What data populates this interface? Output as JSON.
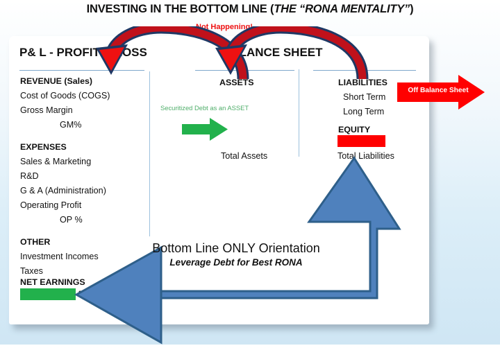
{
  "title": {
    "plain": "INVESTING IN THE BOTTOM LINE (",
    "italic": "THE “RONA MENTALITY”",
    "close": ")"
  },
  "annotations": {
    "not_happening": "Not Happening!",
    "off_balance_sheet": "Off Balance Sheet",
    "securitized_debt": "Securitized Debt as an ASSET"
  },
  "pl": {
    "header": "P& L - PROFIT & LOSS",
    "revenue_group": [
      "REVENUE (Sales)",
      "Cost of Goods (COGS)",
      "Gross Margin"
    ],
    "gm_pct": "GM%",
    "expenses_group": [
      "EXPENSES",
      "Sales & Marketing",
      "R&D",
      "G & A (Administration)",
      "Operating Profit"
    ],
    "op_pct": "OP %",
    "other_group": [
      "OTHER",
      "Investment Incomes",
      "Taxes"
    ],
    "net_earnings": "NET EARNINGS",
    "net_earnings_pct": "%"
  },
  "balance_sheet": {
    "header": "BALANCE SHEET",
    "assets": {
      "header": "ASSETS",
      "total": "Total Assets"
    },
    "liabilities": {
      "header": "LIABILITIES",
      "items": [
        "Short Term",
        "Long Term"
      ],
      "equity_header": "EQUITY",
      "total": "Total Liabilities"
    }
  },
  "callout": {
    "line1": "Bottom Line ONLY Orientation",
    "line2": "Leverage Debt for Best  RONA"
  },
  "colors": {
    "accent_red": "#FF0000",
    "accent_green": "#22B14C",
    "arrow_blue": "#4F81BD",
    "arrow_blue_outline": "#2E5F8A",
    "curve_red": "#C0111B",
    "curve_outline": "#1F3864",
    "rule_blue": "#7FA8CC",
    "note_green": "#4FAE6A"
  }
}
